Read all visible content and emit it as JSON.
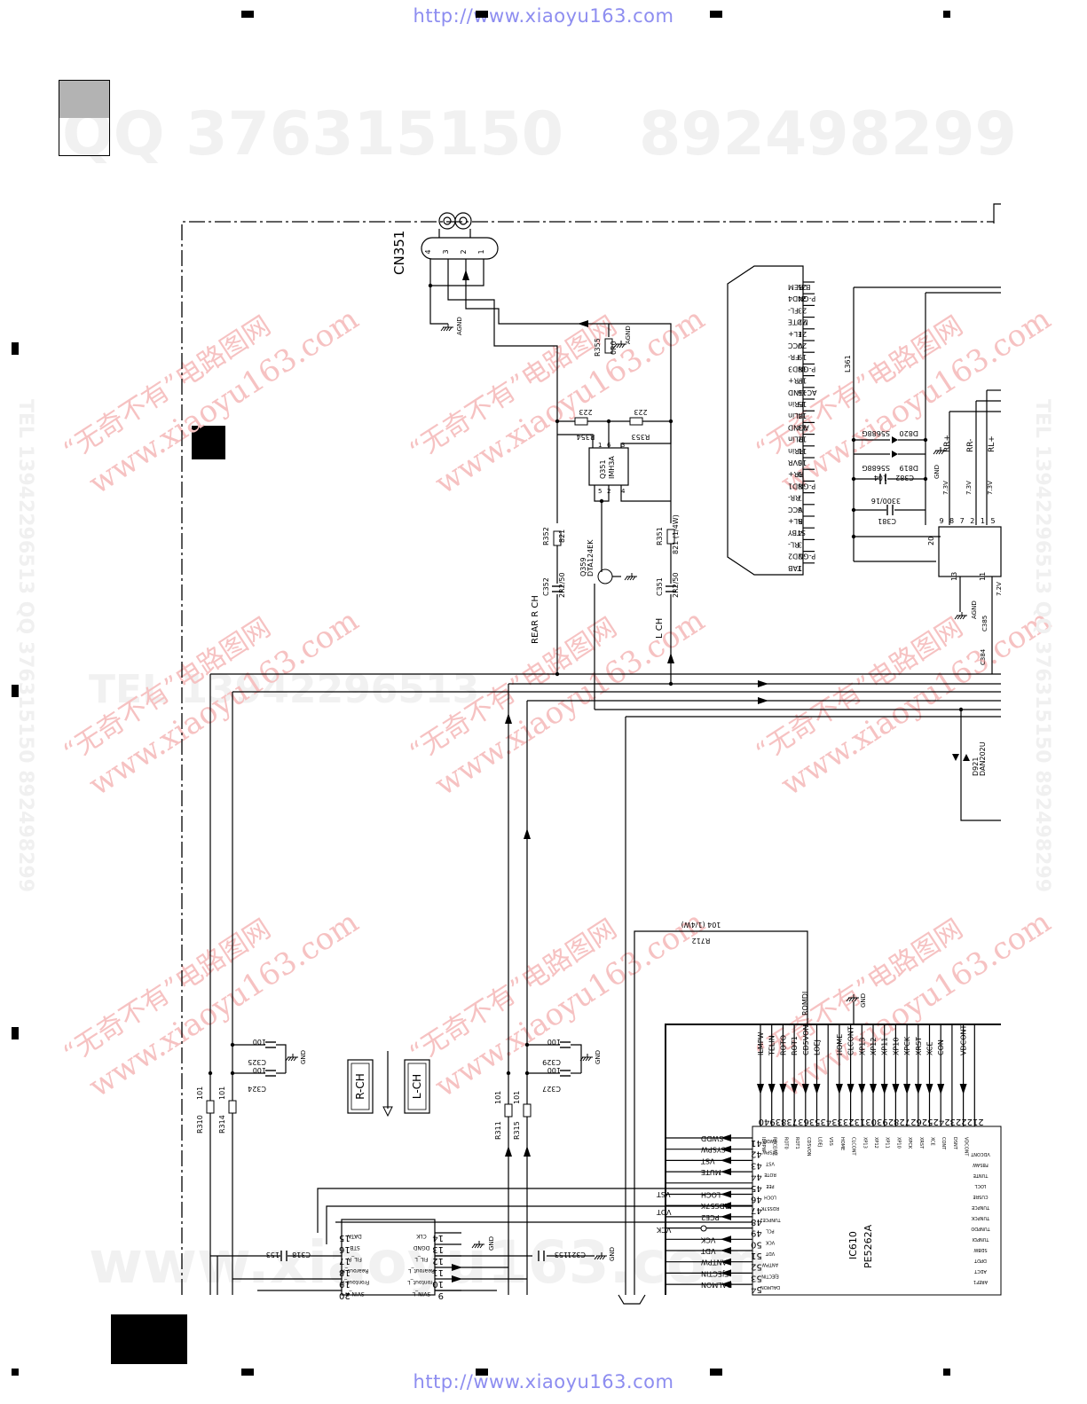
{
  "header": {
    "url_top": "http://www.xiaoyu163.com",
    "url_bottom": "http://www.xiaoyu163.com"
  },
  "watermarks": {
    "qq_big": "QQ 376315150",
    "phone_big": "892498299",
    "tel_mid": "TEL 13942296513",
    "web_bottom": "www.xiaoyu163.com",
    "side_text": "TEL 13942296513 QQ 376315150 892498299",
    "cn": "“无奇不有”电路图网",
    "web": "www.xiaoyu163.com"
  },
  "connector": {
    "ref": "CN351",
    "pins": [
      "4",
      "3",
      "2",
      "1"
    ],
    "gnd": "AGND"
  },
  "amp_connector": {
    "pins": [
      {
        "n": "25",
        "name": "B.REM"
      },
      {
        "n": "24",
        "name": "P-GND4"
      },
      {
        "n": "23",
        "name": "FL-"
      },
      {
        "n": "22",
        "name": "MUTE"
      },
      {
        "n": "21",
        "name": "FL+"
      },
      {
        "n": "20",
        "name": "VCC"
      },
      {
        "n": "19",
        "name": "FR-"
      },
      {
        "n": "18",
        "name": "P-GND3"
      },
      {
        "n": "17",
        "name": "FR+"
      },
      {
        "n": "16",
        "name": "AC-GND"
      },
      {
        "n": "15",
        "name": "FRin"
      },
      {
        "n": "14",
        "name": "FLin"
      },
      {
        "n": "13",
        "name": "AGND"
      },
      {
        "n": "12",
        "name": "RLin"
      },
      {
        "n": "11",
        "name": "RRin"
      },
      {
        "n": "10",
        "name": "SVR"
      },
      {
        "n": "9",
        "name": "RR+"
      },
      {
        "n": "8",
        "name": "P-GND1"
      },
      {
        "n": "7",
        "name": "RR-"
      },
      {
        "n": "6",
        "name": "VCC"
      },
      {
        "n": "5",
        "name": "RL+"
      },
      {
        "n": "4",
        "name": "STBY"
      },
      {
        "n": "3",
        "name": "RL-"
      },
      {
        "n": "2",
        "name": "P-GND2"
      },
      {
        "n": "1",
        "name": "TAB"
      }
    ]
  },
  "parts": {
    "r355": "R355",
    "r355v": "0R0",
    "agnd": "AGND",
    "r354": "R354",
    "r354v": "223",
    "r353": "R353",
    "r353v": "223",
    "q351": "Q351",
    "q351v": "IMH3A",
    "r352": "R352",
    "r352v": "821",
    "r351": "R351",
    "r351v": "821 (1/4W)",
    "c352": "C352",
    "c352v": "2R2/50",
    "c351": "C351",
    "c351v": "2R2/50",
    "q359": "Q359",
    "q359v": "DTA124EK",
    "rear_r": "REAR  R CH",
    "l_ch": "L CH",
    "l361": "L361",
    "d820": "D820",
    "d820v": "S5688G",
    "d819": "D819",
    "d819v": "S5688G",
    "c382": "C382",
    "c382v": "104",
    "c381": "C381",
    "c381v": "3300/16",
    "rr_plus": "RR+",
    "rr_minus": "RR-",
    "rl_plus": "RL+",
    "gnd": "GND",
    "v73": "7.3V",
    "v72": "7.2V",
    "agnd2": "AGND",
    "c385": "C385",
    "c384": "C384",
    "d921": "D921",
    "d921v": "DAN202U",
    "r712": "R712",
    "r712v": "104 (1/4W)",
    "r310": "R310",
    "r314": "R314",
    "r311": "R311",
    "r315": "R315",
    "rv": "101",
    "c325": "C325",
    "c324": "C324",
    "c329": "C329",
    "c327": "C327",
    "cv": "100",
    "c318": "C318",
    "c321": "C321",
    "c318v": "153",
    "c321v": "153",
    "rch": "R-CH",
    "lch": "L-CH",
    "ic": "IC610",
    "icv": "PE5262A"
  },
  "ic_top_pins": [
    {
      "n": "40",
      "sig": "ILMPW",
      "lbl": "ILMPW"
    },
    {
      "n": "39",
      "sig": "TELIN",
      "lbl": "RECEIVE"
    },
    {
      "n": "38",
      "sig": "ROTO",
      "lbl": "ROT0"
    },
    {
      "n": "37",
      "sig": "ROT1",
      "lbl": "ROT1"
    },
    {
      "n": "36",
      "sig": "CD5VON",
      "lbl": "CD5VON"
    },
    {
      "n": "35",
      "sig": "LOEJ",
      "lbl": "LOEJ"
    },
    {
      "n": "34",
      "sig": "",
      "lbl": "VSS"
    },
    {
      "n": "33",
      "sig": "HOME",
      "lbl": "HOME"
    },
    {
      "n": "32",
      "sig": "CLCONT",
      "lbl": "CLCONT"
    },
    {
      "n": "31",
      "sig": "XP13",
      "lbl": "XP13"
    },
    {
      "n": "30",
      "sig": "XP12",
      "lbl": "XP12"
    },
    {
      "n": "29",
      "sig": "XP11",
      "lbl": "XP11"
    },
    {
      "n": "28",
      "sig": "XP10",
      "lbl": "XP10"
    },
    {
      "n": "27",
      "sig": "XPCK",
      "lbl": "XPCK"
    },
    {
      "n": "26",
      "sig": "XRST",
      "lbl": "XRST"
    },
    {
      "n": "25",
      "sig": "XCE",
      "lbl": "XCE"
    },
    {
      "n": "24",
      "sig": "CON",
      "lbl": "CONT"
    },
    {
      "n": "23",
      "sig": "",
      "lbl": "DSNT"
    },
    {
      "n": "22",
      "sig": "VDCONT",
      "lbl": "VDCONT"
    },
    {
      "n": "21",
      "sig": "",
      "lbl": ""
    }
  ],
  "ic_top_extra": {
    "romdi": "ROMDI",
    "gnd": "GND"
  },
  "ic_left_pins": [
    {
      "n": "41",
      "sig": "SWDD",
      "lbl": "SWDD"
    },
    {
      "n": "42",
      "sig": "SYSPW",
      "lbl": "SYSPW"
    },
    {
      "n": "43",
      "sig": "VST",
      "lbl": "VST"
    },
    {
      "n": "44",
      "sig": "MUTE",
      "lbl": "ROTE"
    },
    {
      "n": "45",
      "sig": "",
      "lbl": "PEE"
    },
    {
      "n": "46",
      "sig": "LOCH",
      "lbl": "LOCH"
    },
    {
      "n": "47",
      "sig": "RDS57K",
      "lbl": "RDS57K"
    },
    {
      "n": "48",
      "sig": "PCE2",
      "lbl": "TUNPCE2"
    },
    {
      "n": "49",
      "sig": "",
      "lbl": "PCL"
    },
    {
      "n": "50",
      "sig": "VCK",
      "lbl": "VCK"
    },
    {
      "n": "51",
      "sig": "VDT",
      "lbl": "VDT"
    },
    {
      "n": "52",
      "sig": "ANTPW",
      "lbl": "ANTPW"
    },
    {
      "n": "53",
      "sig": "EJECTIN",
      "lbl": "EJECTIN"
    },
    {
      "n": "54",
      "sig": "DALMON",
      "lbl": "DALMON"
    }
  ],
  "ic_right_labels": [
    "VDCONT",
    "FBSAW",
    "TUNTE",
    "LOCL",
    "CUSRE",
    "TUNPCE",
    "TUNPCK",
    "TUNPDO",
    "TUNPDI",
    "SDBW",
    "DPDT",
    "ADCT",
    "AREF1"
  ],
  "audio_ic": {
    "left": [
      {
        "n": "15",
        "lbl": "DATA"
      },
      {
        "n": "16",
        "lbl": "STB"
      },
      {
        "n": "17",
        "lbl": "FIL_R"
      },
      {
        "n": "18",
        "lbl": "Rearout_R"
      },
      {
        "n": "19",
        "lbl": "Frontout_R"
      },
      {
        "n": "20",
        "lbl": "SVIN_R"
      }
    ],
    "right": [
      {
        "n": "14",
        "lbl": "CLK"
      },
      {
        "n": "13",
        "lbl": "DGND"
      },
      {
        "n": "12",
        "lbl": "FIL_L"
      },
      {
        "n": "11",
        "lbl": "Rearout_L"
      },
      {
        "n": "10",
        "lbl": "Frontout_L"
      },
      {
        "n": "9",
        "lbl": "SVIN_L"
      }
    ],
    "signals": [
      "VST",
      "VDT",
      "VCK"
    ],
    "gnd": "GND"
  }
}
